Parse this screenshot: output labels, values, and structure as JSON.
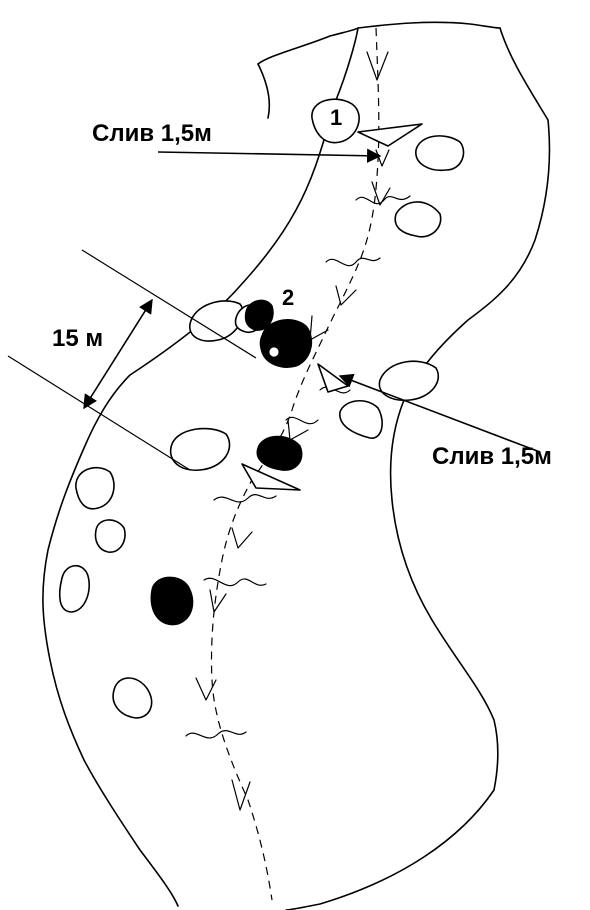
{
  "labels": {
    "drop_top": "Слив 1,5м",
    "drop_right": "Слив 1,5м",
    "width": "15 м",
    "point_1": "1",
    "point_2": "2"
  },
  "colors": {
    "ink": "#000000",
    "paper": "#ffffff"
  }
}
